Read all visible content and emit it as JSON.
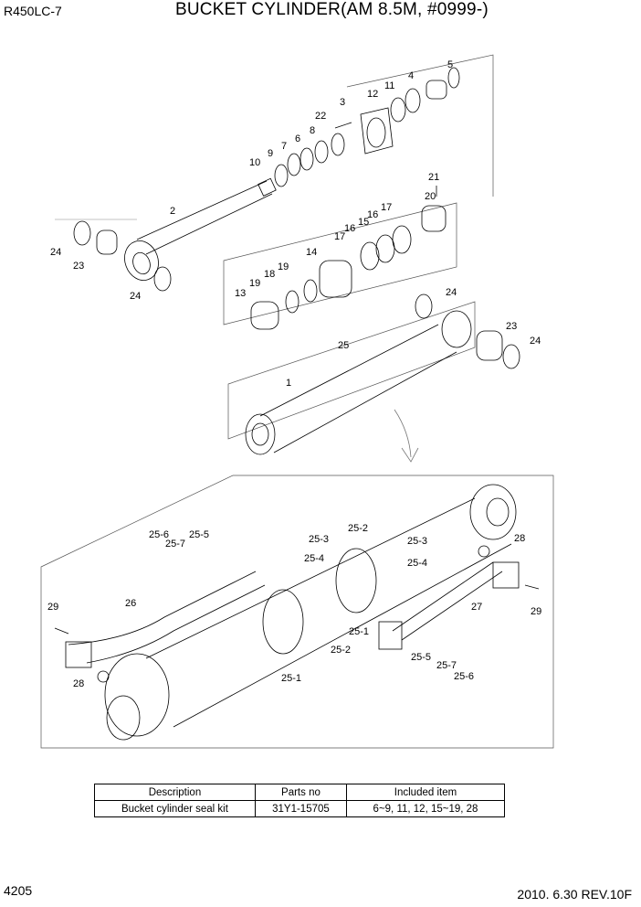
{
  "header": {
    "model": "R450LC-7",
    "title": "BUCKET CYLINDER(AM 8.5M, #0999-)"
  },
  "footer": {
    "page_number": "4205",
    "date_revision": "2010. 6.30  REV.10F"
  },
  "callouts": {
    "c1": "1",
    "c2": "2",
    "c3": "3",
    "c4": "4",
    "c5": "5",
    "c6": "6",
    "c7": "7",
    "c8": "8",
    "c9": "9",
    "c10": "10",
    "c11": "11",
    "c12": "12",
    "c13": "13",
    "c14": "14",
    "c15": "15",
    "c16": "16",
    "c17": "17",
    "c18": "18",
    "c19": "19",
    "c20": "20",
    "c21": "21",
    "c22": "22",
    "c23": "23",
    "c24": "24",
    "c25": "25",
    "c26": "26",
    "c27": "27",
    "c28": "28",
    "c29": "29",
    "c25_1": "25-1",
    "c25_2": "25-2",
    "c25_3": "25-3",
    "c25_4": "25-4",
    "c25_5": "25-5",
    "c25_6": "25-6",
    "c25_7": "25-7"
  },
  "kit_table": {
    "headers": [
      "Description",
      "Parts no",
      "Included item"
    ],
    "rows": [
      [
        "Bucket  cylinder seal kit",
        "31Y1-15705",
        "6~9, 11, 12, 15~19, 28"
      ]
    ]
  }
}
